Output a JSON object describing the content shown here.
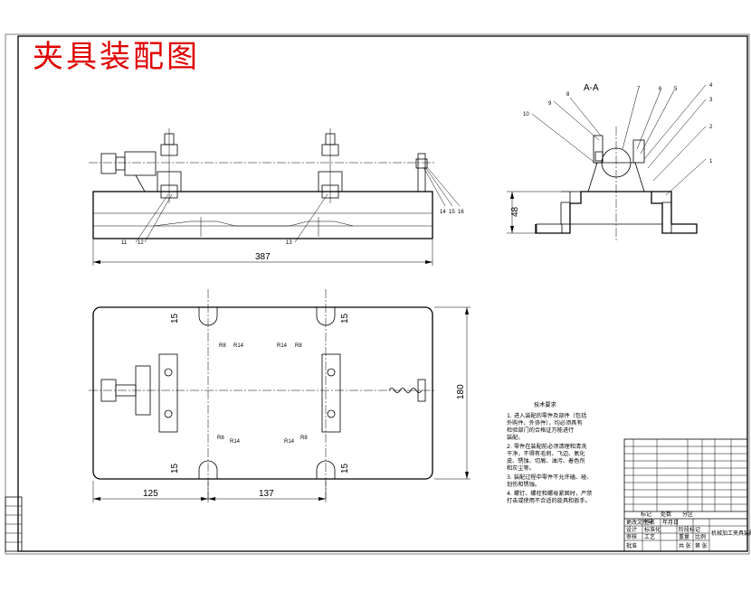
{
  "title": "夹具装配图",
  "section_label": "A-A",
  "colors": {
    "title": "#e00000",
    "lines": "#000000",
    "background": "#ffffff"
  },
  "front_view": {
    "part_numbers": [
      "11",
      "12",
      "13",
      "14",
      "15",
      "16"
    ],
    "length_dim": "387"
  },
  "side_view": {
    "part_numbers": [
      "1",
      "2",
      "3",
      "4",
      "5",
      "6",
      "7",
      "8",
      "9",
      "10"
    ],
    "height_dim": "48"
  },
  "top_view": {
    "slot_dims": [
      "15",
      "15",
      "15",
      "15"
    ],
    "radii": [
      "R8",
      "R14",
      "R14",
      "R8",
      "R8",
      "R14",
      "R14",
      "R8"
    ],
    "width_dim": "180",
    "bottom_dims": [
      "125",
      "137"
    ]
  },
  "tech_requirements": {
    "heading": "技术要求",
    "lines": [
      "1. 进入装配的零件及部件（包括",
      "外购件、外协件），均必须具有",
      "检验部门的合格证方能进行",
      "装配。",
      "2. 零件在装配前必须清理和清洗",
      "干净，不得有毛刺、飞边、氧化",
      "皮、锈蚀、切屑、油污、着色剂",
      "和灰尘等。",
      "3. 装配过程中零件不允许磕、碰、",
      "划伤和锈蚀。",
      "4. 螺钉、螺栓和螺母紧固时，严禁",
      "打击或使用不合适的旋具和扳手。"
    ]
  },
  "title_block": {
    "labels": [
      "标记",
      "处数",
      "分区",
      "更改文件号",
      "签名",
      "年月日",
      "设计",
      "标准化",
      "审核",
      "工艺",
      "批准",
      "阶段标记",
      "重量",
      "比例",
      "共 张",
      "第 张"
    ],
    "drawing_name": "机械加工夹具装配图"
  }
}
